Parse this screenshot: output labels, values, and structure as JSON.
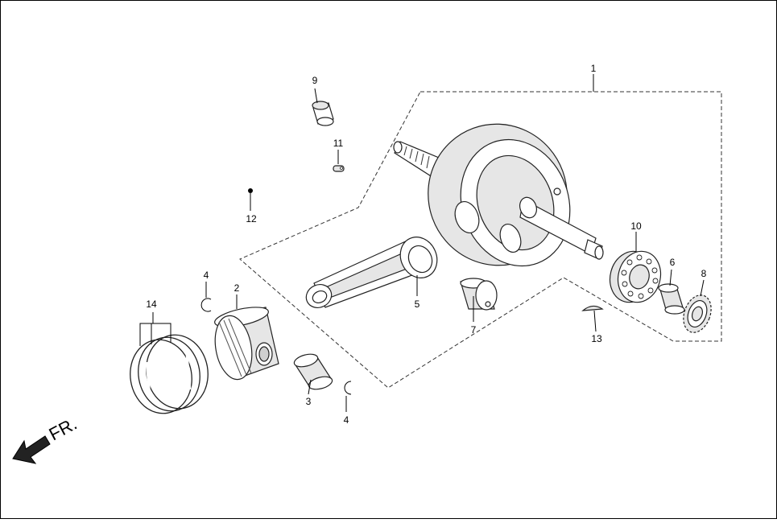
{
  "labels": {
    "p1": "1",
    "p2": "2",
    "p3": "3",
    "p4a": "4",
    "p4b": "4",
    "p5": "5",
    "p6": "6",
    "p7": "7",
    "p8": "8",
    "p9": "9",
    "p10": "10",
    "p11": "11",
    "p12": "12",
    "p13": "13",
    "p14": "14"
  },
  "direction": {
    "text": "FR.",
    "icon": "arrow-down-left-icon"
  },
  "colors": {
    "line": "#222222",
    "fill": "#e6e6e6"
  }
}
